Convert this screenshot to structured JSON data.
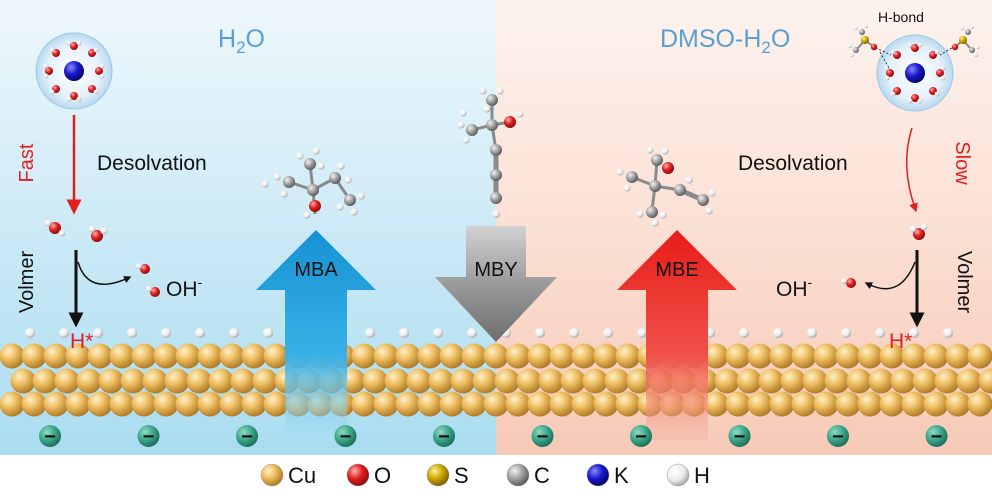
{
  "labels": {
    "left_solvent_main": "H",
    "left_solvent_sub": "2",
    "left_solvent_tail": "O",
    "right_solvent_main": "DMSO-H",
    "right_solvent_sub": "2",
    "right_solvent_tail": "O",
    "hbond": "H-bond",
    "fast": "Fast",
    "slow": "Slow",
    "desolvation_left": "Desolvation",
    "desolvation_right": "Desolvation",
    "volmer_left": "Volmer",
    "volmer_right": "Volmer",
    "oh_left_main": "OH",
    "oh_left_sup": "-",
    "oh_right_main": "OH",
    "oh_right_sup": "-",
    "h_star_left": "H*",
    "h_star_right": "H*",
    "mba": "MBA",
    "mby": "MBY",
    "mbe": "MBE",
    "electron_sign": "−"
  },
  "legend": [
    {
      "label": "Cu",
      "color": "#e8b65a"
    },
    {
      "label": "O",
      "color": "#e02020"
    },
    {
      "label": "S",
      "color": "#c9a400"
    },
    {
      "label": "C",
      "color": "#9a9a9a"
    },
    {
      "label": "K",
      "color": "#1818c8"
    },
    {
      "label": "H",
      "color": "#f4f4f4"
    }
  ],
  "colors": {
    "left_bg": "#b9e2f2",
    "right_bg": "#fbe3d8",
    "solvent_text": "#5b9fd2",
    "red_text": "#e02020",
    "mba_arrow": "#1a9ad6",
    "mby_arrow": "#8c8c8c",
    "mbe_arrow": "#e8201c",
    "electron": "#3aa58a"
  }
}
